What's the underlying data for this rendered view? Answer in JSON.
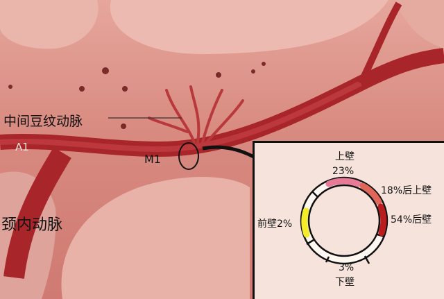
{
  "labels": {
    "lenticulostriate": "中间豆纹动脉",
    "a1": "A1",
    "m1": "M1",
    "ica": "颈内动脉"
  },
  "inset": {
    "superior_label": "上壁",
    "superior_pct": "23%",
    "posterosuperior": "18%后上壁",
    "posterior": "54%后壁",
    "anterior": "前壁2%",
    "inferior_pct": "3%",
    "inferior_label": "下壁",
    "colors": {
      "superior": "#e77a96",
      "posterosuperior": "#e0665a",
      "posterior": "#b81c1c",
      "anterior": "#f2ec2a"
    }
  }
}
